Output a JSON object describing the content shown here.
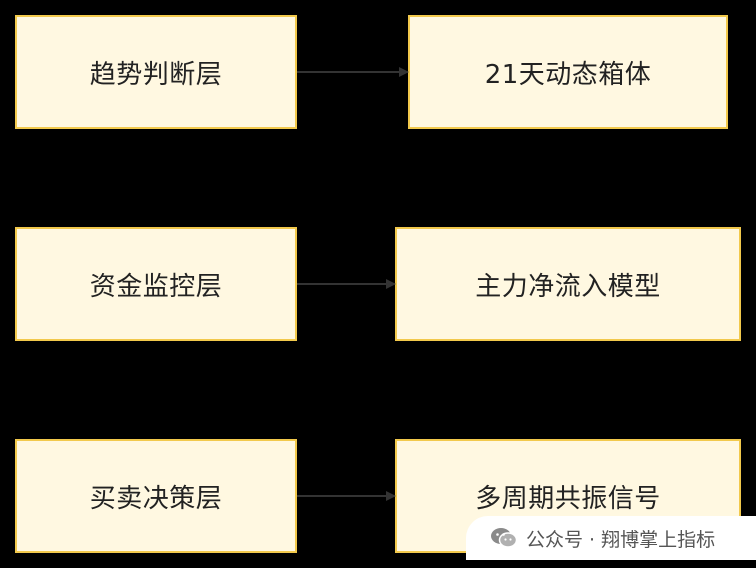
{
  "diagram": {
    "rows": [
      {
        "layer": "趋势判断层",
        "module": "21天动态箱体"
      },
      {
        "layer": "资金监控层",
        "module": "主力净流入模型"
      },
      {
        "layer": "买卖决策层",
        "module": "多周期共振信号"
      }
    ]
  },
  "watermark": {
    "text": "公众号 · 翔博掌上指标",
    "icon": "wechat-icon"
  },
  "colors": {
    "background": "#000000",
    "node_fill": "#fff8e1",
    "node_border": "#f2c94c",
    "arrow": "#333333",
    "text": "#222222"
  }
}
